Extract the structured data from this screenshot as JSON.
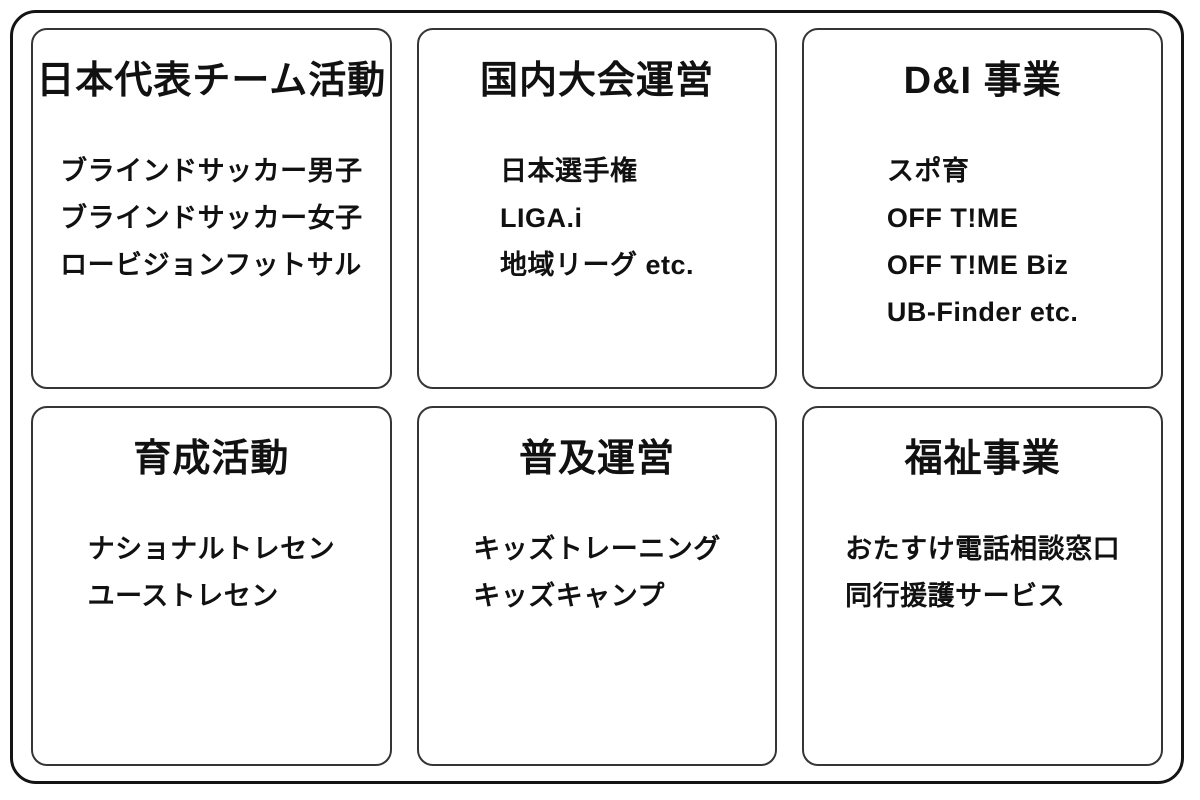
{
  "colors": {
    "background": "#ffffff",
    "outer_border": "#141414",
    "card_border": "#353535",
    "text": "#111111"
  },
  "cards": [
    {
      "title": "日本代表チーム活動",
      "items": [
        "ブラインドサッカー男子",
        "ブラインドサッカー女子",
        "ロービジョンフットサル"
      ]
    },
    {
      "title": "国内大会運営",
      "items": [
        "日本選手権",
        "LIGA.i",
        "地域リーグ etc."
      ]
    },
    {
      "title": "D&I 事業",
      "items": [
        "スポ育",
        "OFF T!ME",
        "OFF T!ME Biz",
        "UB-Finder etc."
      ]
    },
    {
      "title": "育成活動",
      "items": [
        "ナショナルトレセン",
        "ユーストレセン"
      ]
    },
    {
      "title": "普及運営",
      "items": [
        "キッズトレーニング",
        "キッズキャンプ"
      ]
    },
    {
      "title": "福祉事業",
      "items": [
        "おたすけ電話相談窓口",
        "同行援護サービス"
      ]
    }
  ]
}
